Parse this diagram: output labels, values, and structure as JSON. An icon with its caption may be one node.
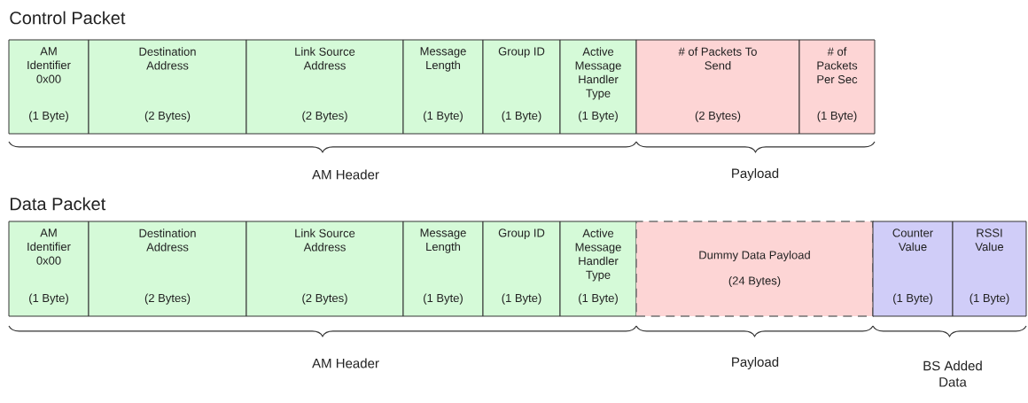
{
  "diagram": {
    "nodes": [
      {
        "text": [
          "AM Identifier 0x00",
          "(1 Byte)"
        ]
      },
      {
        "text": [
          "Destination Address",
          "(2 Bytes)"
        ]
      },
      {
        "text": [
          "Link Source Address",
          "(2 Bytes)"
        ]
      },
      {
        "text": [
          "Message Length",
          "(1 Byte)"
        ]
      },
      {
        "text": [
          "Group ID",
          "(1 Byte)"
        ]
      },
      {
        "text": [
          "Active Message Handler Type",
          "(1 Byte)"
        ]
      },
      {
        "text": [
          "# of Packets To Send",
          "(2 Bytes)"
        ]
      },
      {
        "text": [
          "# of Packets Per Sec",
          "(1 Byte)"
        ]
      },
      {
        "text": [
          "AM Identifier 0x00",
          "(1 Byte)"
        ]
      },
      {
        "text": [
          "Destination Address",
          "(2 Bytes)"
        ]
      },
      {
        "text": [
          "Link Source Address",
          "(2 Bytes)"
        ]
      },
      {
        "text": [
          "Message Length",
          "(1 Byte)"
        ]
      },
      {
        "text": [
          "Group ID",
          "(1 Byte)"
        ]
      },
      {
        "text": [
          "Active Message Handler Type",
          "(1 Byte)"
        ]
      },
      {
        "text": [
          "Dummy Data Payload",
          "(24 Bytes)"
        ]
      },
      {
        "text": [
          "Counter Value",
          "(1 Byte)"
        ]
      },
      {
        "text": [
          "RSSI Value",
          "(1 Byte)"
        ]
      }
    ],
    "labels": [
      "Control Packet",
      "AM Header",
      "Payload",
      "Data Packet",
      "AM Header",
      "Payload",
      "BS Added Data"
    ]
  }
}
